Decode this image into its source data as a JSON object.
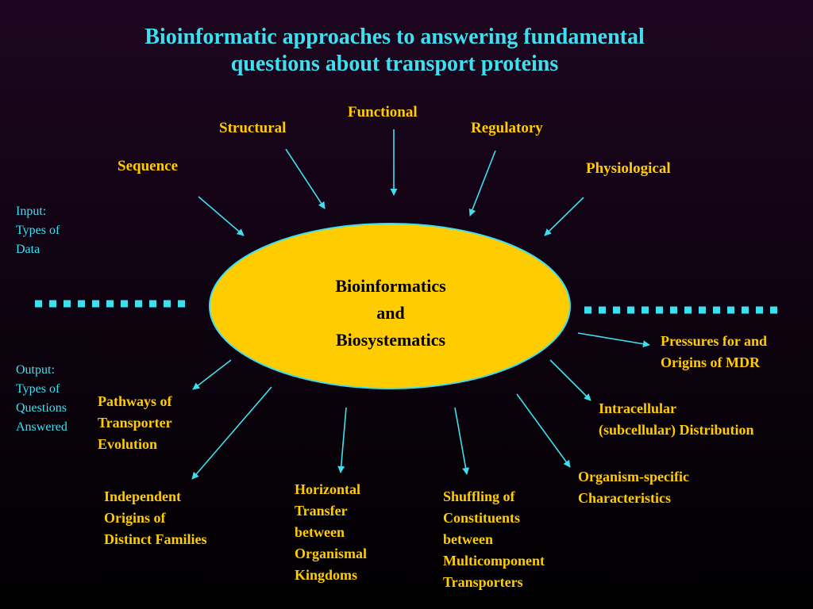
{
  "title": {
    "line1": "Bioinformatic approaches to answering fundamental",
    "line2": "questions about transport proteins"
  },
  "center": {
    "line1": "Bioinformatics",
    "line2": "and",
    "line3": "Biosystematics"
  },
  "input_label": {
    "line1": "Input:",
    "line2": "Types of",
    "line3": "Data"
  },
  "output_label": {
    "line1": "Output:",
    "line2": "Types of",
    "line3": "Questions",
    "line4": "Answered"
  },
  "inputs": {
    "sequence": "Sequence",
    "structural": "Structural",
    "functional": "Functional",
    "regulatory": "Regulatory",
    "physiological": "Physiological"
  },
  "outputs": {
    "pressures": {
      "line1": "Pressures for and",
      "line2": "Origins of MDR"
    },
    "intracellular": {
      "line1": "Intracellular",
      "line2": "(subcellular) Distribution"
    },
    "organism": {
      "line1": "Organism-specific",
      "line2": "Characteristics"
    },
    "pathways": {
      "line1": "Pathways of",
      "line2": "Transporter",
      "line3": "Evolution"
    },
    "independent": {
      "line1": "Independent",
      "line2": "Origins of",
      "line3": "Distinct Families"
    },
    "horizontal": {
      "line1": "Horizontal",
      "line2": "Transfer",
      "line3": "between",
      "line4": "Organismal",
      "line5": "Kingdoms"
    },
    "shuffling": {
      "line1": "Shuffling of",
      "line2": "Constituents",
      "line3": "between",
      "line4": "Multicomponent",
      "line5": "Transporters"
    }
  },
  "colors": {
    "background_top": "#1d0620",
    "background_bottom": "#000000",
    "title": "#3ee0f0",
    "labels": "#ffcc00",
    "arrows": "#3ee0f0",
    "ellipse_fill": "#ffcc00",
    "ellipse_outline": "#3ee0f0",
    "center_text": "#000000"
  }
}
